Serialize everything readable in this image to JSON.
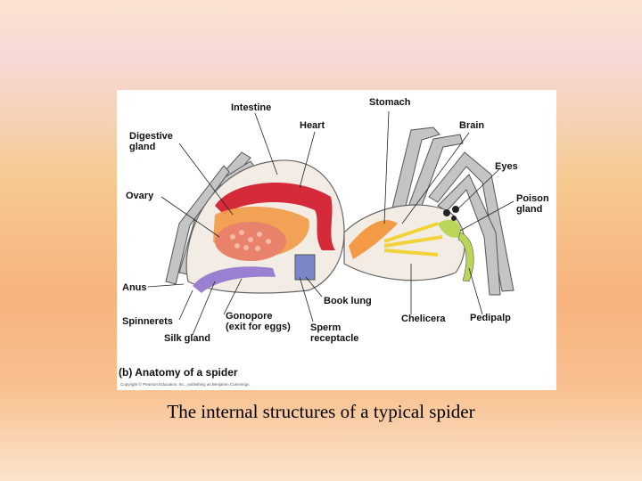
{
  "figure": {
    "title": "(b) Anatomy of a spider",
    "copyright": "Copyright © Pearson Education, Inc., publishing as Benjamin Cummings.",
    "labels": {
      "intestine": "Intestine",
      "stomach": "Stomach",
      "heart": "Heart",
      "brain": "Brain",
      "digestive_gland": "Digestive\ngland",
      "eyes": "Eyes",
      "ovary": "Ovary",
      "poison_gland": "Poison\ngland",
      "anus": "Anus",
      "book_lung": "Book lung",
      "spinnerets": "Spinnerets",
      "gonopore": "Gonopore\n(exit for eggs)",
      "chelicera": "Chelicera",
      "pedipalp": "Pedipalp",
      "silk_gland": "Silk gland",
      "sperm_receptacle": "Sperm\nreceptacle"
    }
  },
  "caption": "The internal structures of a typical spider",
  "colors": {
    "heart": "#d42a3a",
    "digestive": "#f29a45",
    "ovary": "#e8826a",
    "silk": "#9b7fd1",
    "nerve": "#f2d33a",
    "gland": "#b9d65a",
    "leg": "#b8b8b8"
  }
}
